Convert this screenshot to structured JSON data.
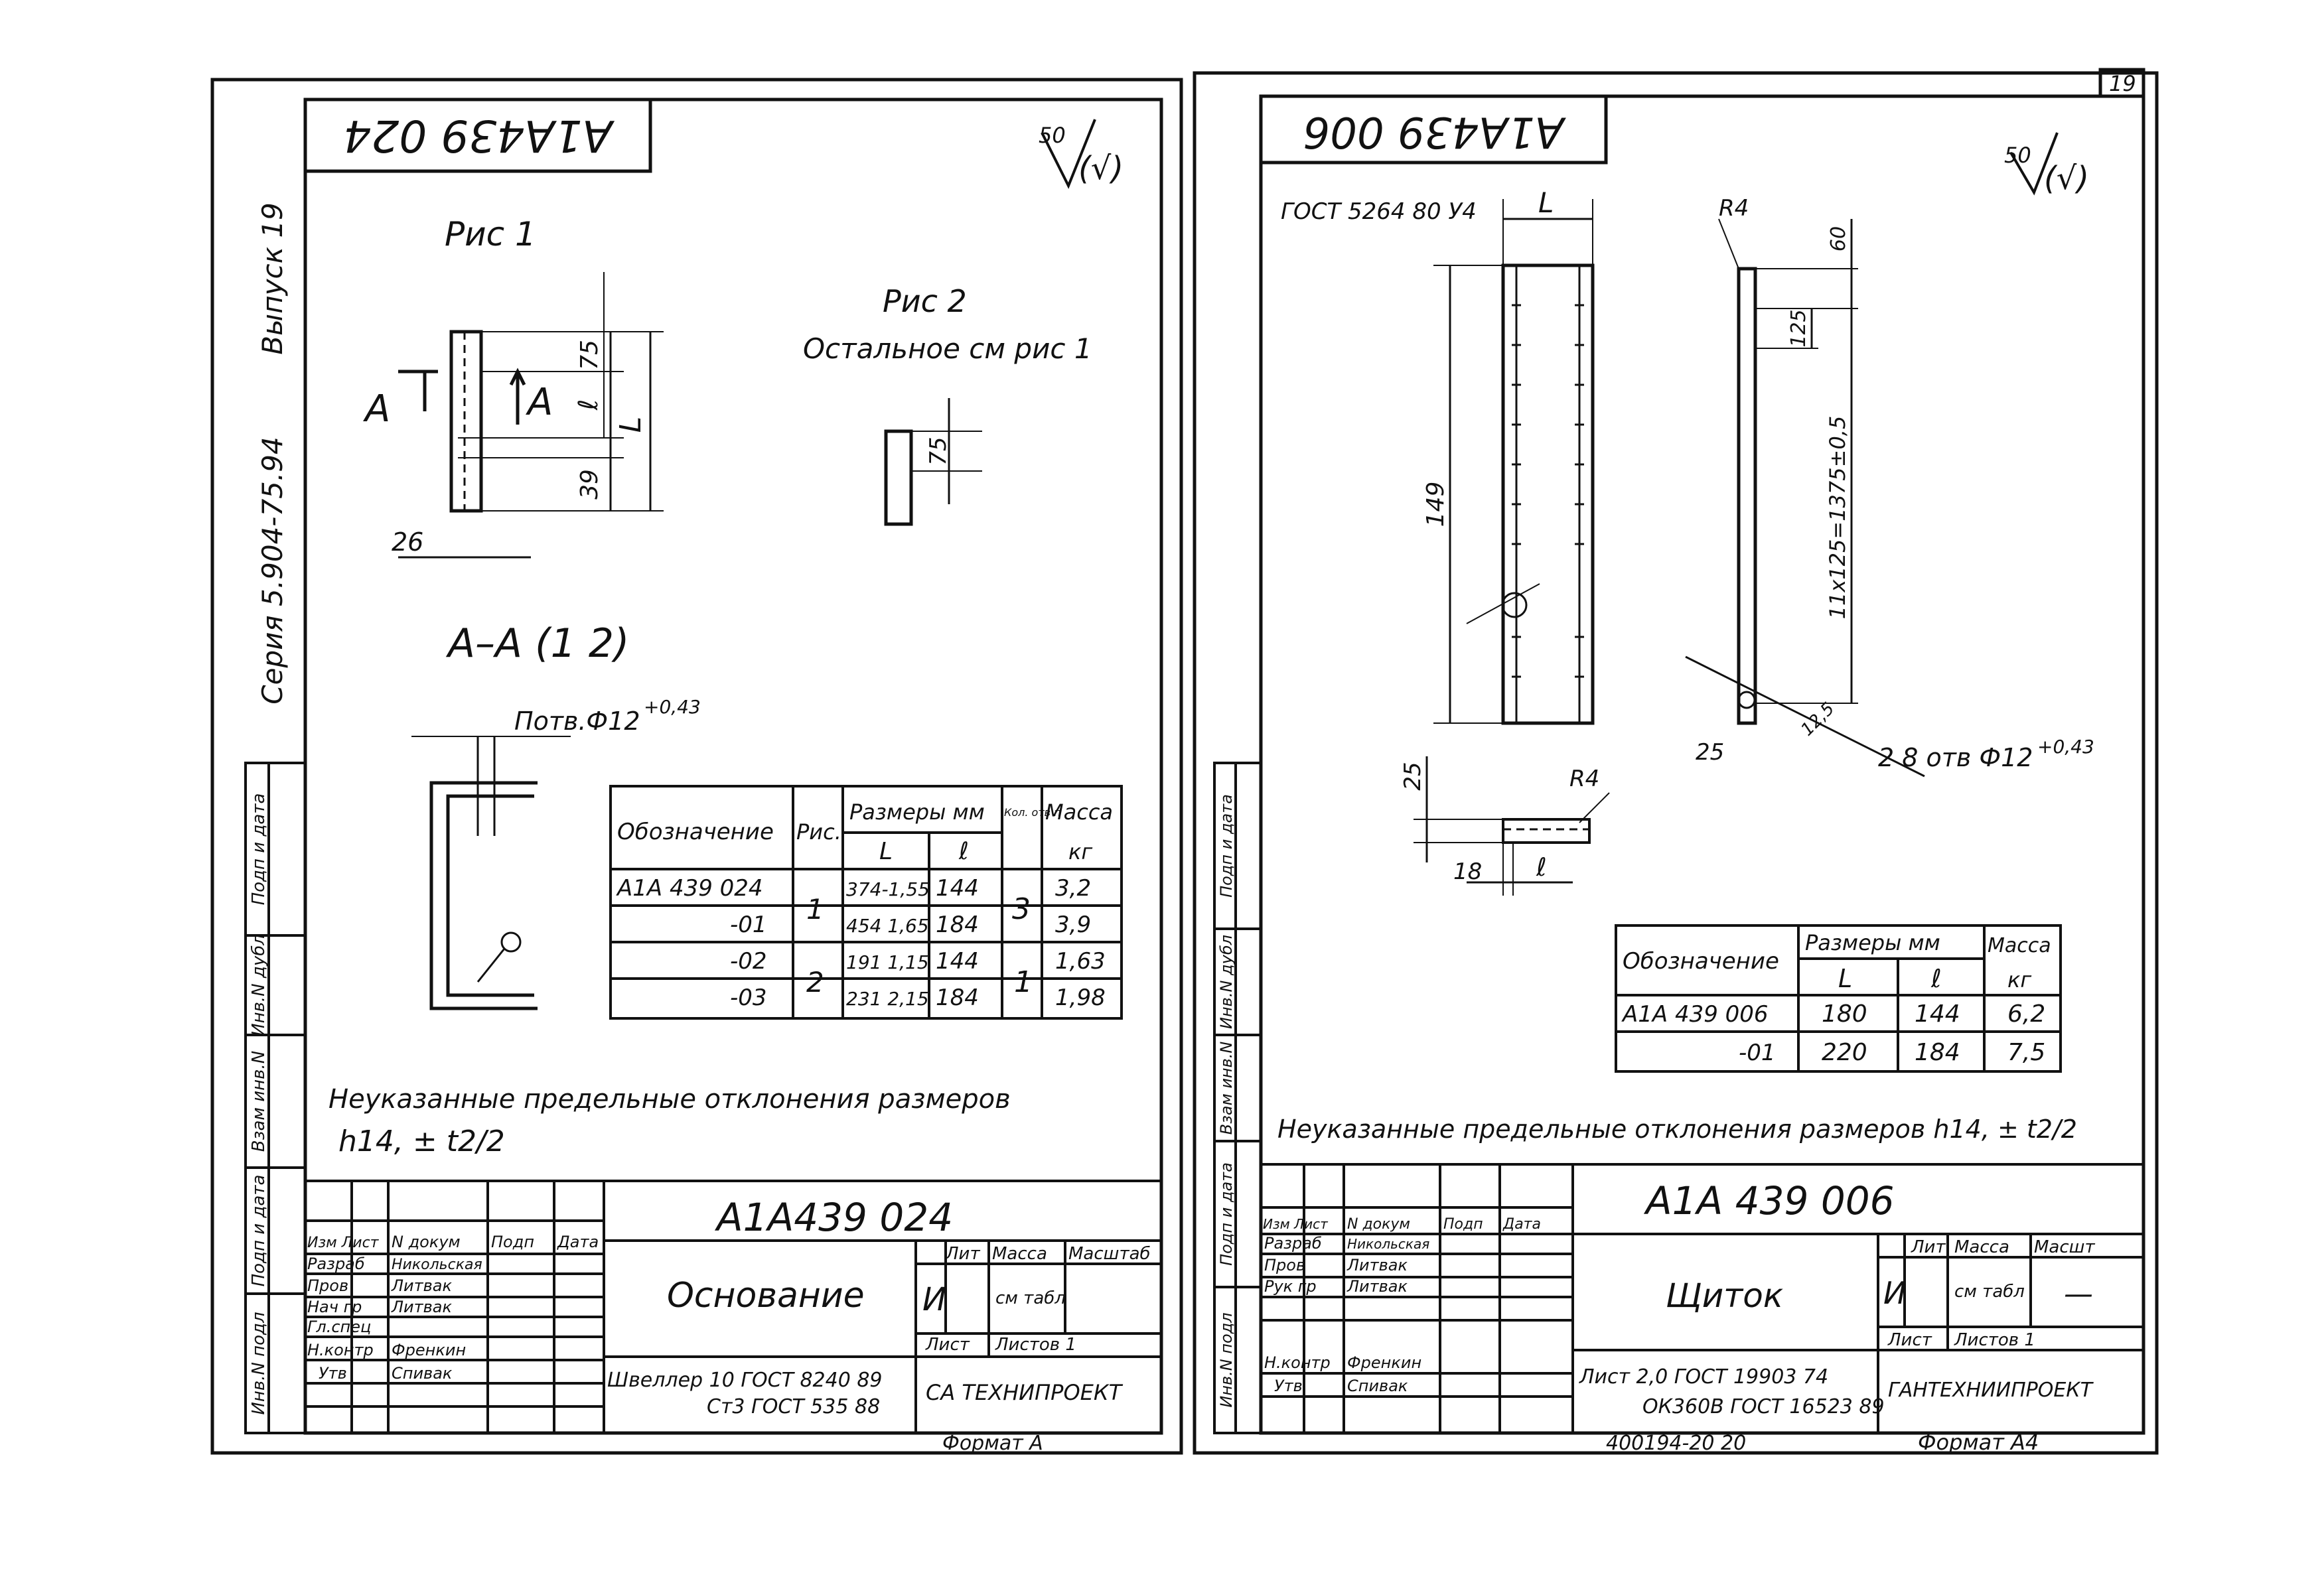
{
  "page_number": "19",
  "left_sheet": {
    "title_mirrored": "А1А439 024",
    "roughness": "50",
    "roughness_sign": "(√)",
    "fig1_label": "Рис 1",
    "fig2_label": "Рис 2",
    "fig2_note": "Остальное см рис 1",
    "section_marker_a": "А",
    "section_title": "А–А (1 2)",
    "hole_note": "Потв.Ф12",
    "hole_tol": "+0,43",
    "dims": {
      "d75": "75",
      "dl": "ℓ",
      "dL": "L",
      "d39": "39",
      "d26": "26",
      "f2_75": "75"
    },
    "side_series": "Серия 5.904-75.94",
    "side_issue": "Выпуск 19",
    "spec_table": {
      "h_designation": "Обозначение",
      "h_fig": "Рис.",
      "h_dims": "Размеры мм",
      "h_L": "L",
      "h_l": "ℓ",
      "h_holes": "Кол. отв п",
      "h_mass": "Масса",
      "h_mass_unit": "кг",
      "rows": [
        {
          "designation": "А1А 439 024",
          "fig": "1",
          "L": "374-1,55",
          "l": "144",
          "n": "3",
          "mass": "3,2"
        },
        {
          "designation": "-01",
          "fig": "",
          "L": "454 1,65",
          "l": "184",
          "n": "",
          "mass": "3,9"
        },
        {
          "designation": "-02",
          "fig": "2",
          "L": "191 1,15",
          "l": "144",
          "n": "1",
          "mass": "1,63"
        },
        {
          "designation": "-03",
          "fig": "",
          "L": "231 2,15",
          "l": "184",
          "n": "",
          "mass": "1,98"
        }
      ]
    },
    "tolerance_note_1": "Неуказанные предельные отклонения размеров",
    "tolerance_note_2": "h14, ± t2/2",
    "stamp": {
      "doc_number": "А1А439 024",
      "name": "Основание",
      "material_1": "Швеллер 10 ГОСТ 8240 89",
      "material_2": "Ст3 ГОСТ 535 88",
      "org": "СА ТЕХНИПРОЕКТ",
      "lit_h": "Лит",
      "mass_h": "Масса",
      "scale_h": "Масштаб",
      "lit": "И",
      "mass": "см табл",
      "sheet": "Лист",
      "sheets": "Листов 1",
      "roles": [
        {
          "role": "Изм Лист",
          "name": "N докум",
          "sign": "Подп",
          "date": "Дата"
        },
        {
          "role": "Разраб",
          "name": "Никольская",
          "sign": "",
          "date": ""
        },
        {
          "role": "Пров",
          "name": "Литвак",
          "sign": "",
          "date": ""
        },
        {
          "role": "Нач гр",
          "name": "Литвак",
          "sign": "",
          "date": ""
        },
        {
          "role": "Гл.спец",
          "name": "",
          "sign": "",
          "date": ""
        },
        {
          "role": "Н.контр",
          "name": "Френкин",
          "sign": "",
          "date": ""
        },
        {
          "role": "Утв",
          "name": "Спивак",
          "sign": "",
          "date": ""
        }
      ],
      "format": "Формат А"
    },
    "side_stamp": [
      "Подп и дата",
      "Инв.N дубл",
      "Взам инв.N",
      "Подп и дата",
      "Инв.N подл"
    ]
  },
  "right_sheet": {
    "title_mirrored": "А1А439 006",
    "roughness": "50",
    "roughness_sign": "(√)",
    "gost_note": "ГОСТ 5264 80 У4",
    "dims": {
      "dL": "L",
      "r4": "R4",
      "d60": "60",
      "d125": "125",
      "d149": "149",
      "pitch": "11х125=1375±0,5",
      "d25": "25",
      "d25b": "25",
      "d12_5": "12,5",
      "r4b": "R4",
      "d18": "18",
      "dl": "ℓ"
    },
    "hole_note": "2 8 отв Ф12",
    "hole_tol": "+0,43",
    "spec_table": {
      "h_designation": "Обозначение",
      "h_dims": "Размеры мм",
      "h_L": "L",
      "h_l": "ℓ",
      "h_mass": "Масса",
      "h_mass_unit": "кг",
      "rows": [
        {
          "designation": "А1А 439 006",
          "L": "180",
          "l": "144",
          "mass": "6,2"
        },
        {
          "designation": "-01",
          "L": "220",
          "l": "184",
          "mass": "7,5"
        }
      ]
    },
    "tolerance_note": "Неуказанные предельные отклонения размеров h14, ± t2/2",
    "stamp": {
      "doc_number": "А1А 439 006",
      "name": "Щиток",
      "material_1": "Лист 2,0 ГОСТ 19903 74",
      "material_2": "ОК360В ГОСТ 16523 89",
      "org": "ГАНТЕХНИИПРОЕКТ",
      "lit_h": "Лит",
      "mass_h": "Масса",
      "scale_h": "Масшт",
      "lit": "И",
      "mass": "см табл",
      "scale": "—",
      "sheet": "Лист",
      "sheets": "Листов 1",
      "roles": [
        {
          "role": "Изм Лист",
          "name": "N докум",
          "sign": "Подп",
          "date": "Дата"
        },
        {
          "role": "Разраб",
          "name": "Никольская",
          "sign": "",
          "date": ""
        },
        {
          "role": "Пров",
          "name": "Литвак",
          "sign": "",
          "date": ""
        },
        {
          "role": "Рук гр",
          "name": "Литвак",
          "sign": "",
          "date": ""
        },
        {
          "role": "Н.контр",
          "name": "Френкин",
          "sign": "",
          "date": ""
        },
        {
          "role": "Утв",
          "name": "Спивак",
          "sign": "",
          "date": ""
        }
      ],
      "format": "Формат А4"
    },
    "side_stamp": [
      "Подп и дата",
      "Инв.N дубл",
      "Взам инв.N",
      "Подп и дата",
      "Инв.N подл"
    ],
    "bottom_code": "400194-20 20"
  }
}
